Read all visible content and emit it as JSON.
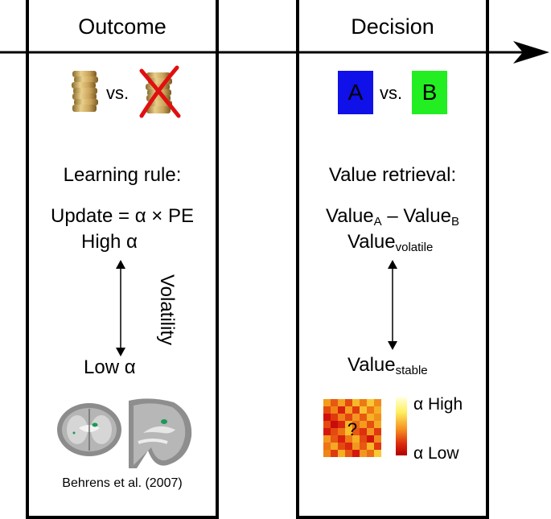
{
  "outcome": {
    "title": "Outcome",
    "vs": "vs.",
    "learning_rule": "Learning rule:",
    "update_formula": "Update = α × PE",
    "high_alpha": "High α",
    "volatility": "Volatility",
    "low_alpha": "Low α",
    "citation": "Behrens et al. (2007)"
  },
  "decision": {
    "title": "Decision",
    "option_a": "A",
    "vs": "vs.",
    "option_b": "B",
    "value_retrieval": "Value retrieval:",
    "value_word": "Value",
    "sub_a": "A",
    "minus": " – ",
    "sub_b": "B",
    "sub_volatile": "volatile",
    "sub_stable": "stable",
    "question": "?",
    "legend_high": "α High",
    "legend_low": "α Low"
  },
  "colors": {
    "option_a": "#1010e8",
    "option_b": "#22ee22",
    "cross": "#e01010",
    "brain_blob": "#1a9a55"
  }
}
